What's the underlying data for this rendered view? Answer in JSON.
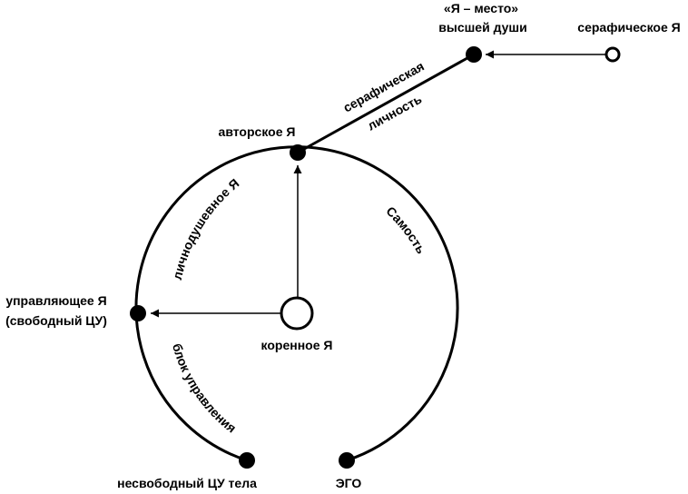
{
  "labels": {
    "top_place_line1": "«Я – место»",
    "top_place_line2": "высшей души",
    "seraphic_self": "серафическое Я",
    "seraphic_personality_line1": "серафическая",
    "seraphic_personality_line2": "личность",
    "author_self": "авторское Я",
    "personal_soul_self": "личнодушевное Я",
    "self_arc": "Самость",
    "managing_self_line1": "управляющее Я",
    "managing_self_line2": "(свободный ЦУ)",
    "root_self": "коренное Я",
    "control_block": "блок управления",
    "unfree_body_cc": "несвободный ЦУ тела",
    "ego": "ЭГО"
  },
  "colors": {
    "stroke": "#000000",
    "background": "#ffffff"
  }
}
